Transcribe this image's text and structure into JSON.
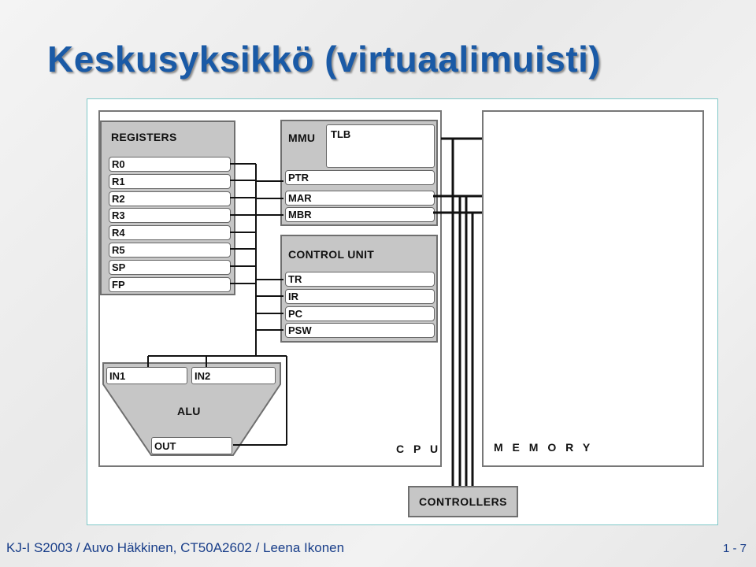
{
  "slide": {
    "title": "Keskusyksikkö (virtuaalimuisti)",
    "footer_left": "KJ-I  S2003 / Auvo Häkkinen, CT50A2602 / Leena Ikonen",
    "footer_right": "1 - 7"
  },
  "diagram": {
    "registers": {
      "label": "REGISTERS",
      "items": [
        "R0",
        "R1",
        "R2",
        "R3",
        "R4",
        "R5",
        "SP",
        "FP"
      ]
    },
    "mmu": {
      "label": "MMU",
      "tlb": "TLB",
      "items": [
        "PTR",
        "MAR",
        "MBR"
      ]
    },
    "control_unit": {
      "label": "CONTROL UNIT",
      "items": [
        "TR",
        "IR",
        "PC",
        "PSW"
      ]
    },
    "alu": {
      "label": "ALU",
      "in1": "IN1",
      "in2": "IN2",
      "out": "OUT"
    },
    "cpu_label": "C P U",
    "memory_label": "M E M O R Y",
    "controllers_label": "CONTROLLERS"
  }
}
